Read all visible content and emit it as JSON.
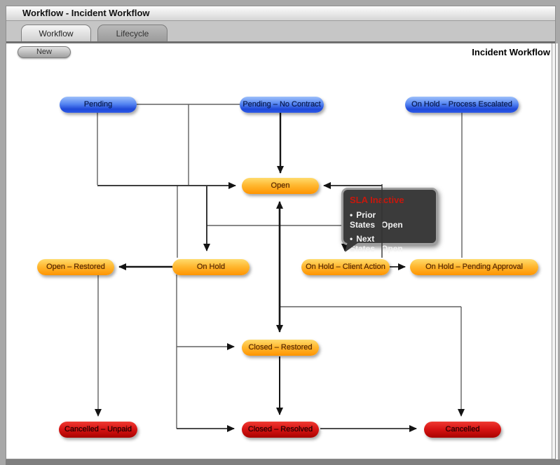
{
  "window_title": "Workflow - Incident Workflow",
  "tabs": {
    "workflow": "Workflow",
    "lifecycle": "Lifecycle"
  },
  "toolbar": {
    "new_button": "New",
    "heading": "Incident Workflow"
  },
  "diagram": {
    "nodes": [
      {
        "id": "pending",
        "label": "Pending",
        "kind": "start"
      },
      {
        "id": "pending-no-contract",
        "label": "Pending – No Contract",
        "kind": "start"
      },
      {
        "id": "on-hold-process-escalated",
        "label": "On Hold – Process Escalated",
        "kind": "start"
      },
      {
        "id": "open",
        "label": "Open",
        "kind": "active"
      },
      {
        "id": "open-restored",
        "label": "Open – Restored",
        "kind": "active"
      },
      {
        "id": "on-hold",
        "label": "On Hold",
        "kind": "active"
      },
      {
        "id": "on-hold-client-action",
        "label": "On Hold – Client Action",
        "kind": "active"
      },
      {
        "id": "on-hold-pending-approval",
        "label": "On Hold – Pending Approval",
        "kind": "active"
      },
      {
        "id": "closed-restored",
        "label": "Closed – Restored",
        "kind": "active"
      },
      {
        "id": "cancelled-unpaid",
        "label": "Cancelled – Unpaid",
        "kind": "end"
      },
      {
        "id": "closed-resolved",
        "label": "Closed – Resolved",
        "kind": "end"
      },
      {
        "id": "cancelled",
        "label": "Cancelled",
        "kind": "end"
      }
    ],
    "tooltip": {
      "title": "SLA Inactive",
      "items": [
        {
          "bullet": "•",
          "label": "Prior States",
          "value": "Open"
        },
        {
          "bullet": "•",
          "label": "Next States",
          "value": "Open"
        }
      ]
    },
    "colors": {
      "start_state_blue": "#2b5ce4",
      "active_state_orange": "#ff9e00",
      "end_state_red": "#cc0000",
      "tooltip_title_red": "#c8170c",
      "connector_gray": "#606060",
      "arrow_black": "#141414"
    }
  }
}
